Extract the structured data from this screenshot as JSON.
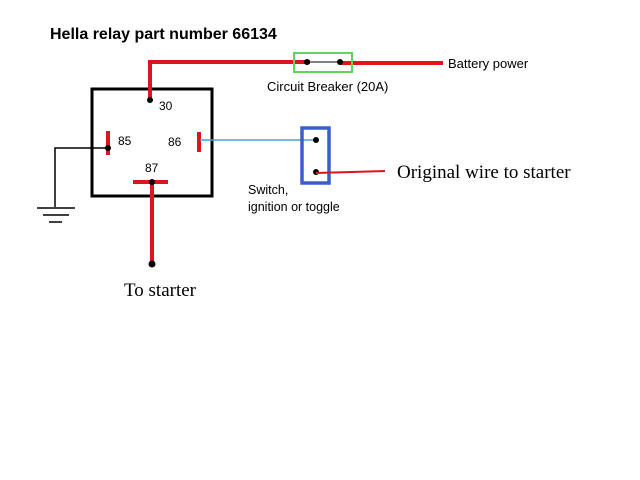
{
  "title": "Hella relay part number 66134",
  "relay": {
    "pins": {
      "p30": "30",
      "p85": "85",
      "p86": "86",
      "p87": "87"
    }
  },
  "labels": {
    "battery": "Battery power",
    "breaker": "Circuit Breaker (20A)",
    "switch_line1": "Switch,",
    "switch_line2": "ignition or toggle",
    "original_wire": "Original wire to starter",
    "to_starter": "To starter"
  },
  "colors": {
    "power_wire": "#e0141e",
    "signal_wire": "#4a9fd8",
    "ground_wire": "#000000",
    "breaker_outline": "#5cd65c",
    "switch_outline": "#3a5fcd",
    "relay_outline": "#000000"
  },
  "icons": {
    "ground": "ground-symbol-icon"
  }
}
